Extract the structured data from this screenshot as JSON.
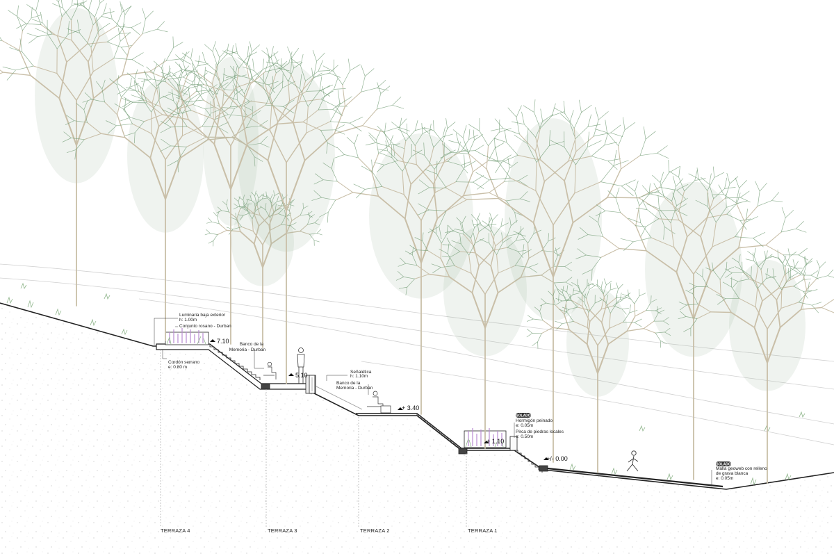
{
  "levels": {
    "l710": "7.10",
    "l510": "5.10",
    "l340": "+ 3.40",
    "l110": "+ 1.10",
    "l000": "+/- 0.00"
  },
  "terraces": {
    "t4": "TERRAZA 4",
    "t3": "TERRAZA 3",
    "t2": "TERRAZA 2",
    "t1": "TERRAZA 1"
  },
  "notes": {
    "luminaria_1": "Luminaria baja exterior",
    "luminaria_2": "h: 1.00m",
    "conjunto": "Conjunto rosano - Durban",
    "cordon_1": "Cordón serrano",
    "cordon_2": "e: 0.80 m",
    "banco3_1": "Banco de la",
    "banco3_2": "Memoria - Durban",
    "senaletica_1": "Señalética",
    "senaletica_2": "h: 1.10m",
    "banco2_1": "Banco de la",
    "banco2_2": "Memoria - Durban",
    "hormigon_1": "Hormigón peinado",
    "hormigon_2": "e: 0.05m",
    "pirca_1": "Pirca de piedras locales",
    "pirca_2": "e: 0.50m",
    "malla_1": "Malla geoweb con relleno",
    "malla_2": "de grava blanca",
    "malla_3": "e: 0.05m",
    "tag_a": "SOLADO",
    "tag_b": "SOLADO"
  },
  "colors": {
    "foliage": "#6f9a72",
    "trunk": "#c9bfa8",
    "soil_fill": "#f7f7f5",
    "section_line": "#222222",
    "flowers": "#b98bd1"
  }
}
